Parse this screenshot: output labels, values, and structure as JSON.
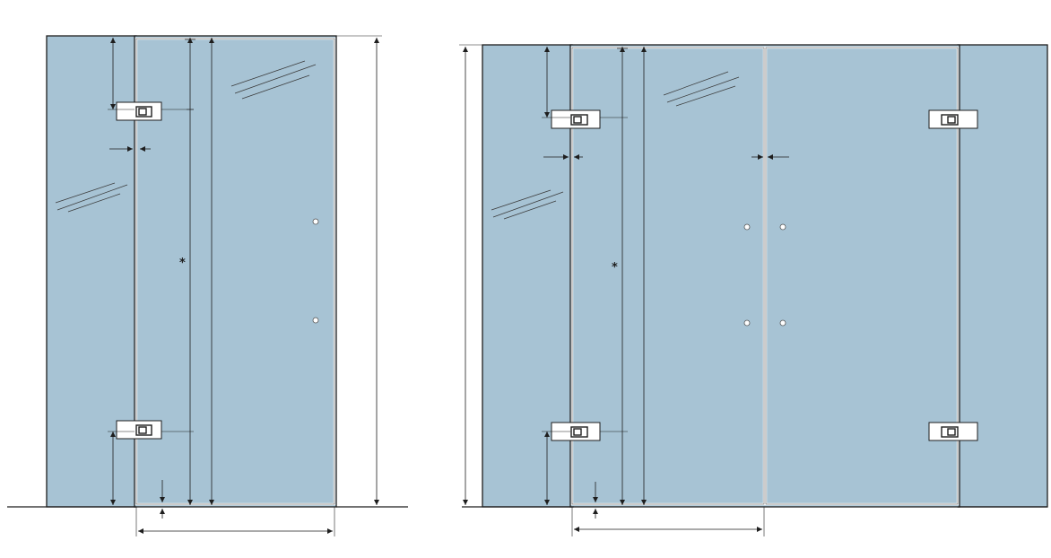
{
  "drawings": [
    {
      "id": "single-door",
      "center_mark": "*",
      "hinges": 2,
      "knobs": 2
    },
    {
      "id": "double-door",
      "center_mark": "*",
      "hinges": 4,
      "knobs": 4
    }
  ],
  "colors": {
    "glass": "#a7c3d4",
    "line": "#1e1e1e",
    "background": "#ffffff"
  },
  "icons": [
    "hinge-icon",
    "knob-icon",
    "dimension-arrow-icon",
    "glass-reflection-icon"
  ]
}
